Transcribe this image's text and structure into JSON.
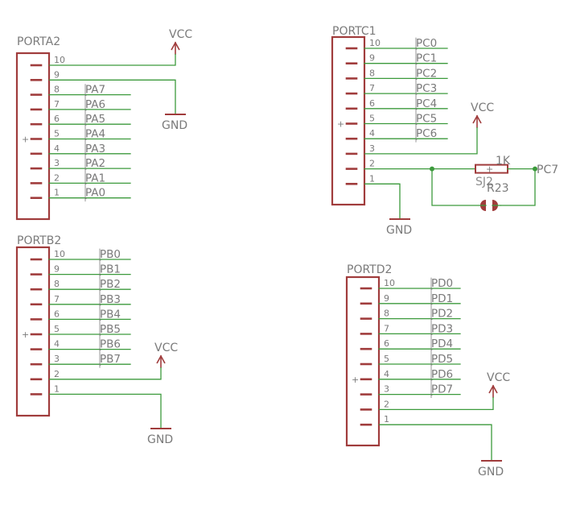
{
  "connectors": [
    {
      "id": "porta2",
      "name": "PORTA2",
      "pins": [
        "10",
        "9",
        "8",
        "7",
        "6",
        "5",
        "4",
        "3",
        "2",
        "1"
      ],
      "nets": [
        "",
        "",
        "PA7",
        "PA6",
        "PA5",
        "PA4",
        "PA3",
        "PA2",
        "PA1",
        "PA0"
      ],
      "vcc_label": "VCC",
      "gnd_label": "GND"
    },
    {
      "id": "portb2",
      "name": "PORTB2",
      "pins": [
        "10",
        "9",
        "8",
        "7",
        "6",
        "5",
        "4",
        "3",
        "2",
        "1"
      ],
      "nets": [
        "PB0",
        "PB1",
        "PB2",
        "PB3",
        "PB4",
        "PB5",
        "PB6",
        "PB7",
        "",
        ""
      ],
      "vcc_label": "VCC",
      "gnd_label": "GND"
    },
    {
      "id": "portc1",
      "name": "PORTC1",
      "pins": [
        "10",
        "9",
        "8",
        "7",
        "6",
        "5",
        "4",
        "3",
        "2",
        "1"
      ],
      "nets": [
        "PC0",
        "PC1",
        "PC2",
        "PC3",
        "PC4",
        "PC5",
        "PC6",
        "",
        "",
        ""
      ],
      "vcc_label": "VCC",
      "gnd_label": "GND"
    },
    {
      "id": "portd2",
      "name": "PORTD2",
      "pins": [
        "10",
        "9",
        "8",
        "7",
        "6",
        "5",
        "4",
        "3",
        "2",
        "1"
      ],
      "nets": [
        "PD0",
        "PD1",
        "PD2",
        "PD3",
        "PD4",
        "PD5",
        "PD6",
        "PD7",
        "",
        ""
      ],
      "vcc_label": "VCC",
      "gnd_label": "GND"
    }
  ],
  "resistor": {
    "value": "1K",
    "name": "R23",
    "net": "PC7"
  },
  "jumper": {
    "name": "SJ2"
  },
  "colors": {
    "component": "#a03c3c",
    "wire": "#3c9a3c",
    "text": "#7a7a7a",
    "background": "#ffffff"
  }
}
